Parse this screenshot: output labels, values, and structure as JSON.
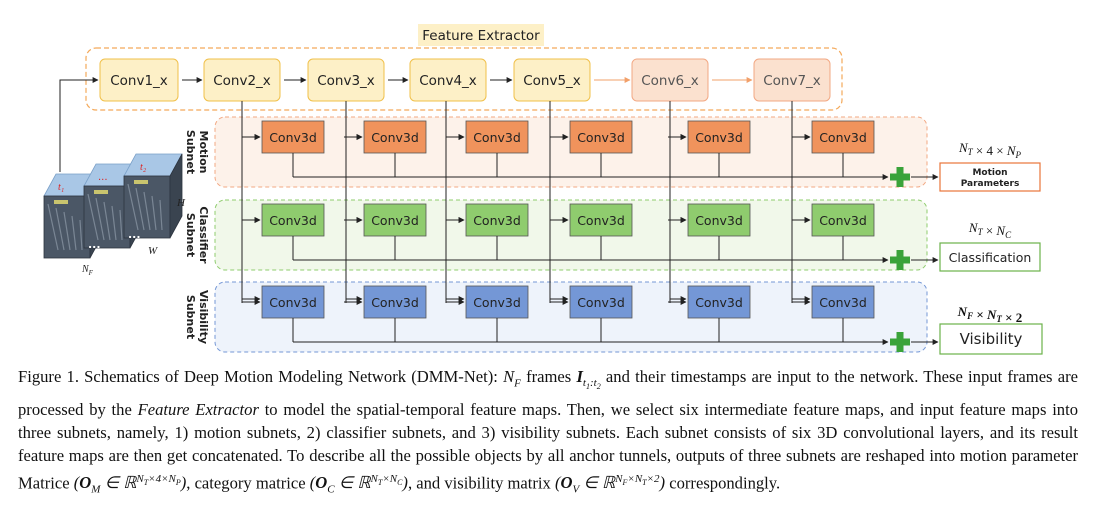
{
  "diagram": {
    "feature_extractor_title": "Feature Extractor",
    "extractor_blocks": [
      "Conv1_x",
      "Conv2_x",
      "Conv3_x",
      "Conv4_x",
      "Conv5_x",
      "Conv6_x",
      "Conv7_x"
    ],
    "subnets": [
      {
        "label_line1": "Motion",
        "label_line2": "Subnet",
        "block_label": "Conv3d",
        "output_dims": "N_T × 4 × N_P",
        "output_label_line1": "Motion",
        "output_label_line2": "Parameters"
      },
      {
        "label_line1": "Classifier",
        "label_line2": "Subnet",
        "block_label": "Conv3d",
        "output_dims": "N_T × N_C",
        "output_label_line1": "Classification",
        "output_label_line2": ""
      },
      {
        "label_line1": "Visibility",
        "label_line2": "Subnet",
        "block_label": "Conv3d",
        "output_dims": "N_F × N_T × 2",
        "output_label_line1": "Visibility",
        "output_label_line2": ""
      }
    ],
    "input_stack": {
      "h_label": "H",
      "w_label": "W",
      "nf_label": "N_F",
      "time_marks": [
        "t₁",
        "...",
        "t₂"
      ],
      "dots": "..."
    }
  },
  "caption": {
    "figure_label": "Figure 1.",
    "part1": "Schematics of Deep Motion Modeling Network (DMM-Net):",
    "part2": "frames",
    "part3": "and their timestamps are input to the network. These input frames are processed by the",
    "feature_extractor": "Feature Extractor",
    "part4": "to model the spatial-temporal feature maps. Then, we select six intermediate feature maps, and input feature maps into three subnets, namely, 1) motion subnets, 2) classifier subnets, and 3) visibility subnets. Each subnet consists of six 3D convolutional layers, and its result feature maps are then get concatenated. To describe all the possible objects by all anchor tunnels, outputs of three subnets are reshaped into motion parameter Matrice",
    "part5": ", category matrice",
    "part6": ", and visibility matrix",
    "part7": "correspondingly.",
    "math_nf": "N_F",
    "math_frames": "I_{t1:t2}",
    "math_om": "(O_M ∈ ℝ^{N_T×4×N_P})",
    "math_oc": "(O_C ∈ ℝ^{N_T×N_C})",
    "math_ov": "(O_V ∈ ℝ^{N_F×N_T×2})"
  },
  "colors": {
    "extractor_fill": "#fdf0c7",
    "extractor_stroke": "#f0c04a",
    "extractor_late_fill": "#fbe1cf",
    "extractor_late_stroke": "#f2a883",
    "extractor_border": "#f4a95a",
    "motion_fill": "#f0935c",
    "motion_bg": "#fdf2ea",
    "motion_border": "#f2a883",
    "classifier_fill": "#8fcc6e",
    "classifier_bg": "#f1f8ea",
    "classifier_border": "#8fcc6e",
    "visibility_fill": "#7497d6",
    "visibility_bg": "#eef3fb",
    "visibility_border": "#7497d6",
    "plus": "#3aa33a",
    "motion_output_border": "#e8743a",
    "classifier_output_border": "#6cb24a"
  }
}
